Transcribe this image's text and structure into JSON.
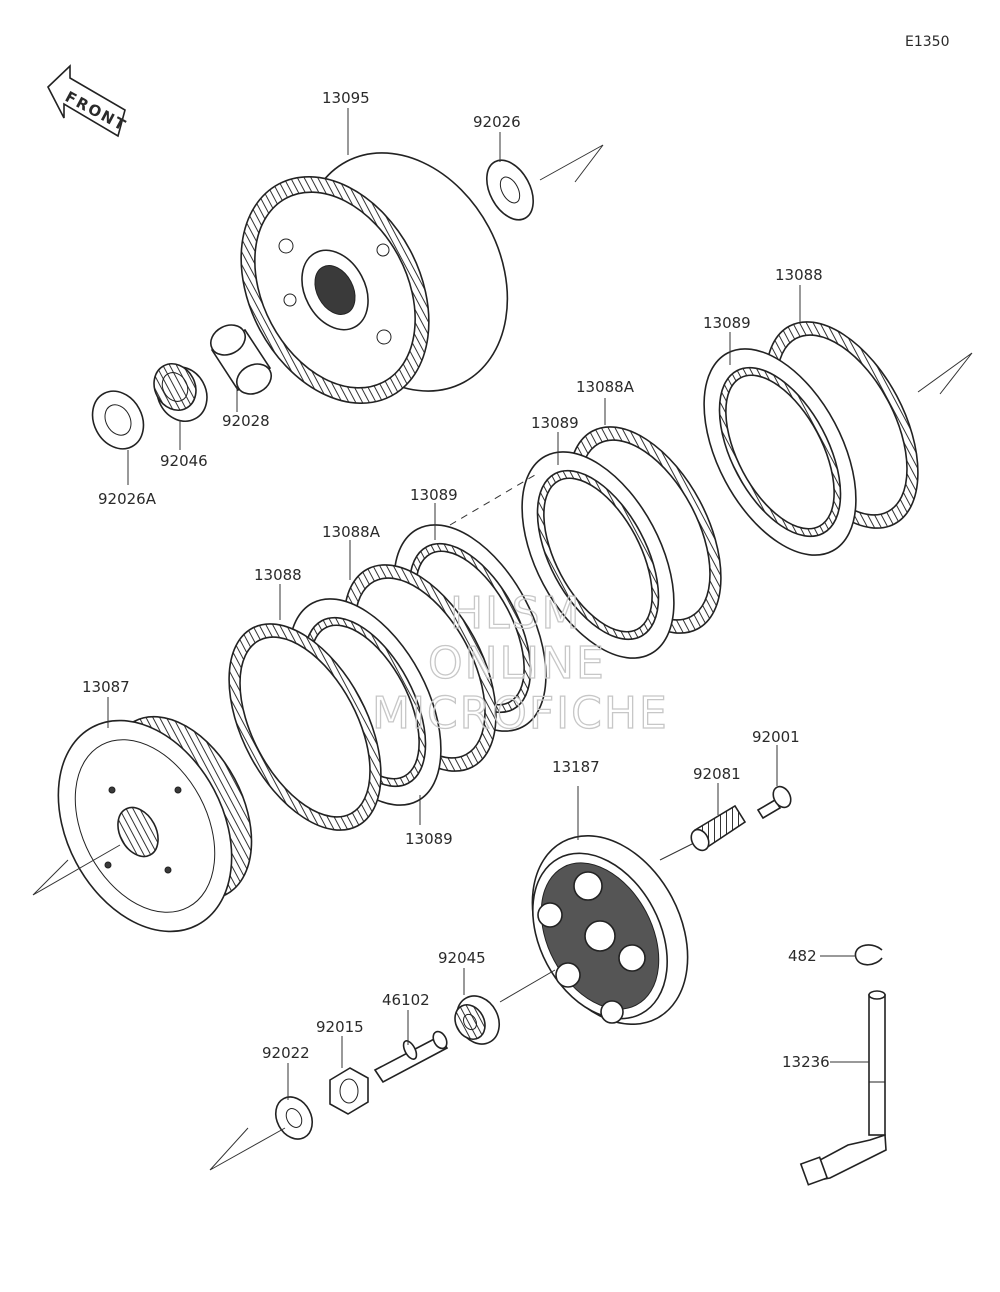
{
  "diagram_code": "E1350",
  "front_label": "FRONT",
  "watermark": [
    "HLSM",
    "ONLINE",
    "MICROFICHE"
  ],
  "part_labels": {
    "p13095": "13095",
    "p92026": "92026",
    "p13088_top": "13088",
    "p13089_top": "13089",
    "p13088A_top": "13088A",
    "p13089_mid": "13089",
    "p92028": "92028",
    "p92046": "92046",
    "p92026A": "92026A",
    "p13089_upper": "13089",
    "p13088A_mid": "13088A",
    "p13088_mid": "13088",
    "p13087": "13087",
    "p13089_lower": "13089",
    "p92001": "92001",
    "p92081": "92081",
    "p13187": "13187",
    "p92045": "92045",
    "p482": "482",
    "p46102": "46102",
    "p92015": "92015",
    "p92022": "92022",
    "p13236": "13236"
  }
}
